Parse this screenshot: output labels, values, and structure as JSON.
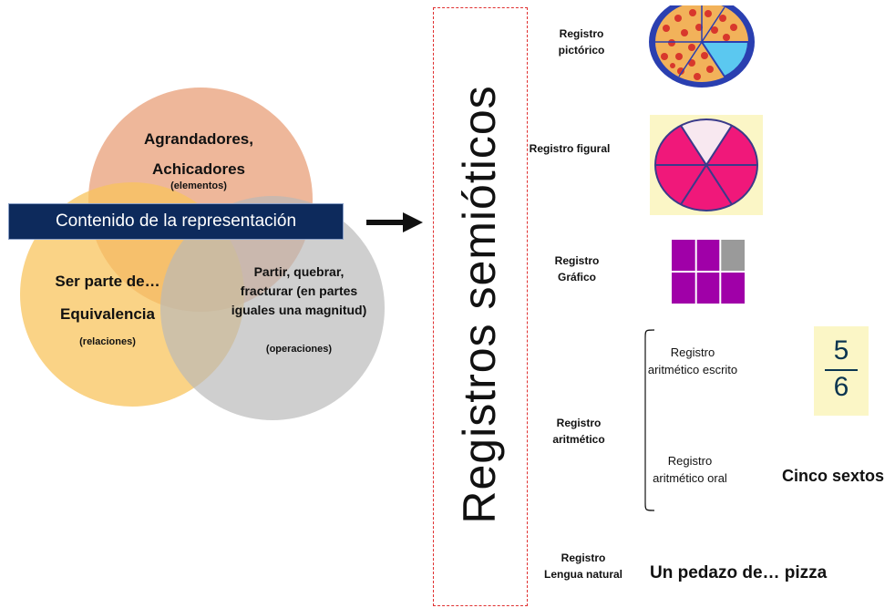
{
  "venn": {
    "top_title1": "Agrandadores,",
    "top_title2": "Achicadores",
    "top_sub": "(elementos)",
    "left_title1": "Ser parte de…",
    "left_title2": "Equivalencia",
    "left_sub": "(relaciones)",
    "right_title": "Partir, quebrar, fracturar (en partes iguales una magnitud)",
    "right_sub": "(operaciones)",
    "banner": "Contenido de la representación"
  },
  "vertical_title": "Registros semióticos",
  "registers": {
    "pictorico": "Registro pictórico",
    "figural": "Registro figural",
    "grafico": "Registro Gráfico",
    "aritmetico": "Registro aritmético",
    "aritmetico_escrito": "Registro aritmético escrito",
    "aritmetico_oral": "Registro aritmético oral",
    "lengua": "Registro Lengua natural"
  },
  "fraction": {
    "numerator": "5",
    "denominator": "6"
  },
  "oral_text": "Cinco sextos",
  "natural_text": "Un pedazo de… pizza",
  "colors": {
    "banner": "#0d2a5c",
    "circle_top": "#eaa784",
    "circle_left": "#f8c45c",
    "circle_right": "#b8b8b8",
    "pie_pink": "#f0187a",
    "pie_light": "#f8e8f0",
    "grid_purple": "#a000a8",
    "grid_gray": "#9a9a9a"
  },
  "icons": [
    "pizza-icon",
    "pie-chart-icon",
    "grid-fraction-icon",
    "arrow-right-icon"
  ]
}
